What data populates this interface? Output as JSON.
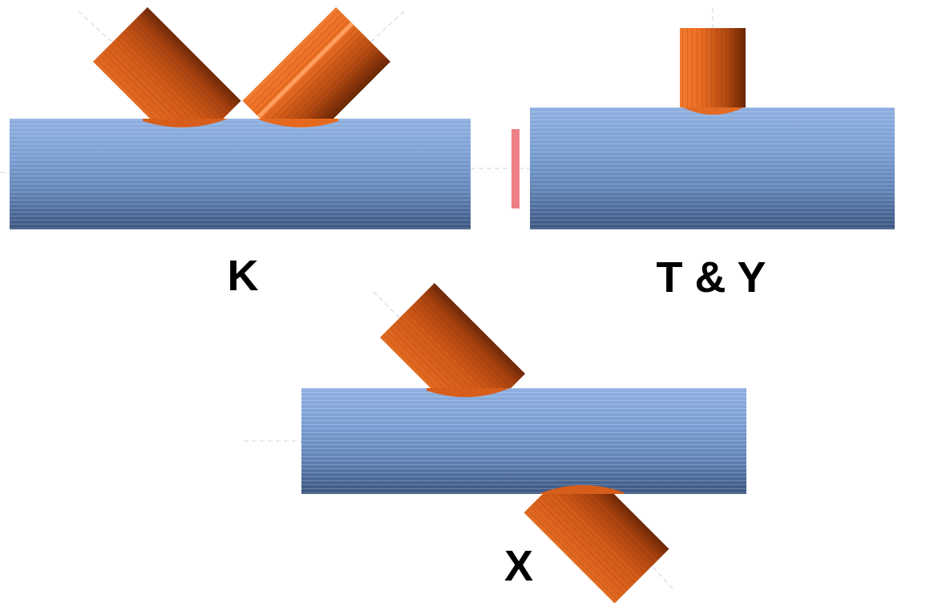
{
  "labels": {
    "k": "K",
    "ty": "T & Y",
    "x": "X"
  },
  "colors": {
    "chord_light": "#8eaede",
    "chord_mid": "#6a8cc0",
    "chord_dark": "#3d5a85",
    "brace_light": "#f07a2c",
    "brace_mid": "#d9601c",
    "brace_dark": "#7a2e08",
    "brace_highlight": "#ffa060",
    "marker": "#ee7f84"
  }
}
